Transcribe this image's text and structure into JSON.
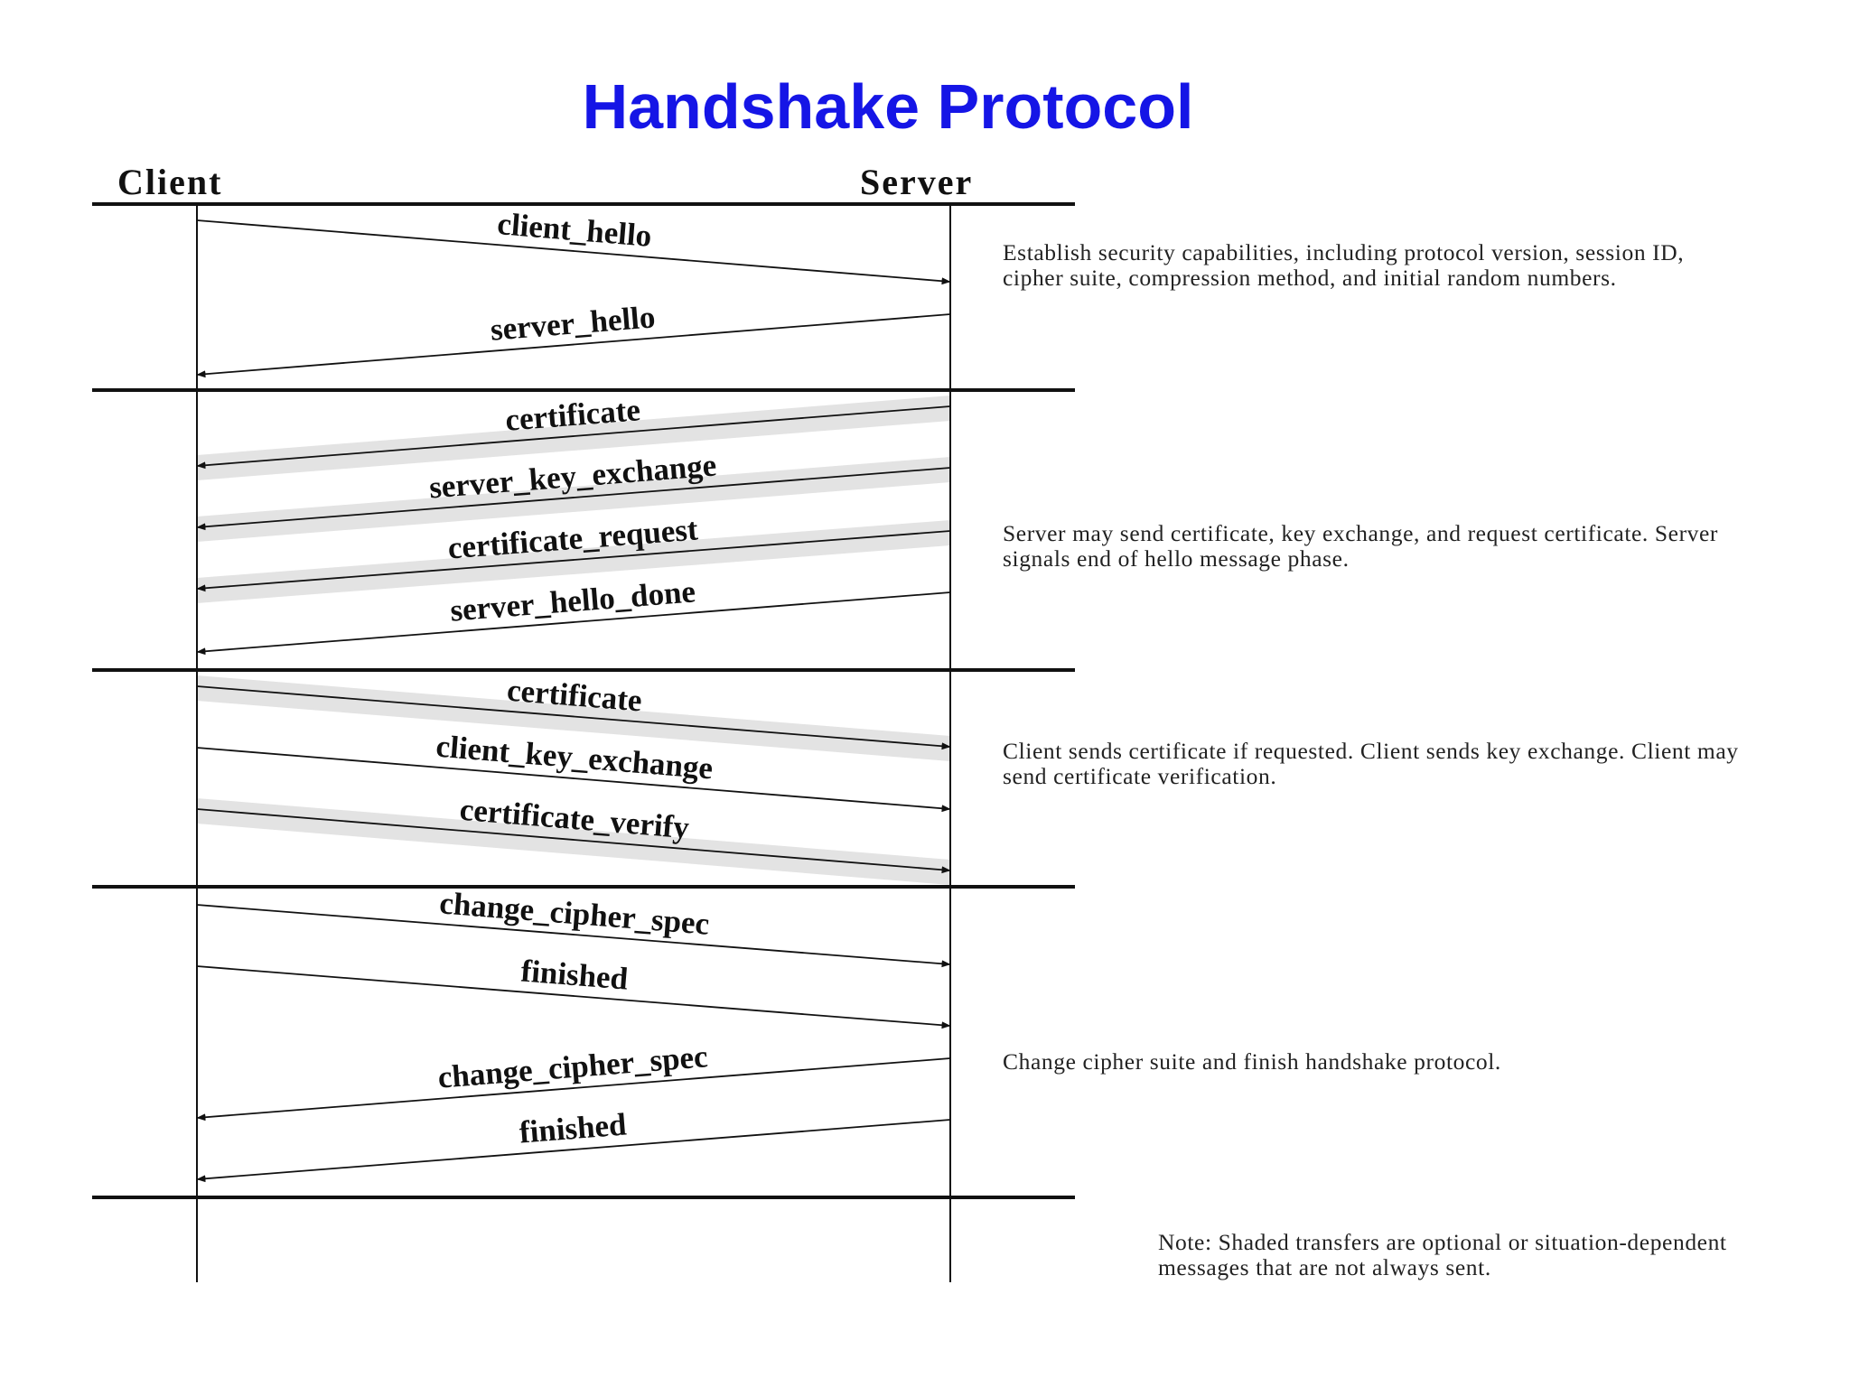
{
  "title": "Handshake Protocol",
  "actors": {
    "client": "Client",
    "server": "Server"
  },
  "phases": [
    {
      "description": "Establish security capabilities, including protocol version, session ID, cipher suite, compression method, and initial random numbers.",
      "messages": [
        {
          "label": "client_hello",
          "direction": "client_to_server",
          "optional": false
        },
        {
          "label": "server_hello",
          "direction": "server_to_client",
          "optional": false
        }
      ]
    },
    {
      "description": "Server may send certificate, key exchange, and request certificate. Server signals end of hello message phase.",
      "messages": [
        {
          "label": "certificate",
          "direction": "server_to_client",
          "optional": true
        },
        {
          "label": "server_key_exchange",
          "direction": "server_to_client",
          "optional": true
        },
        {
          "label": "certificate_request",
          "direction": "server_to_client",
          "optional": true
        },
        {
          "label": "server_hello_done",
          "direction": "server_to_client",
          "optional": false
        }
      ]
    },
    {
      "description": "Client sends certificate if requested. Client sends key exchange. Client may send certificate verification.",
      "messages": [
        {
          "label": "certificate",
          "direction": "client_to_server",
          "optional": true
        },
        {
          "label": "client_key_exchange",
          "direction": "client_to_server",
          "optional": false
        },
        {
          "label": "certificate_verify",
          "direction": "client_to_server",
          "optional": true
        }
      ]
    },
    {
      "description": "Change cipher suite and finish handshake protocol.",
      "messages": [
        {
          "label": "change_cipher_spec",
          "direction": "client_to_server",
          "optional": false
        },
        {
          "label": "finished",
          "direction": "client_to_server",
          "optional": false
        },
        {
          "label": "change_cipher_spec",
          "direction": "server_to_client",
          "optional": false
        },
        {
          "label": "finished",
          "direction": "server_to_client",
          "optional": false
        }
      ]
    }
  ],
  "note": "Note: Shaded transfers are optional or situation-dependent messages that are not always sent.",
  "colors": {
    "title": "#1515e6",
    "line": "#111111",
    "shade": "#e3e3e3"
  }
}
